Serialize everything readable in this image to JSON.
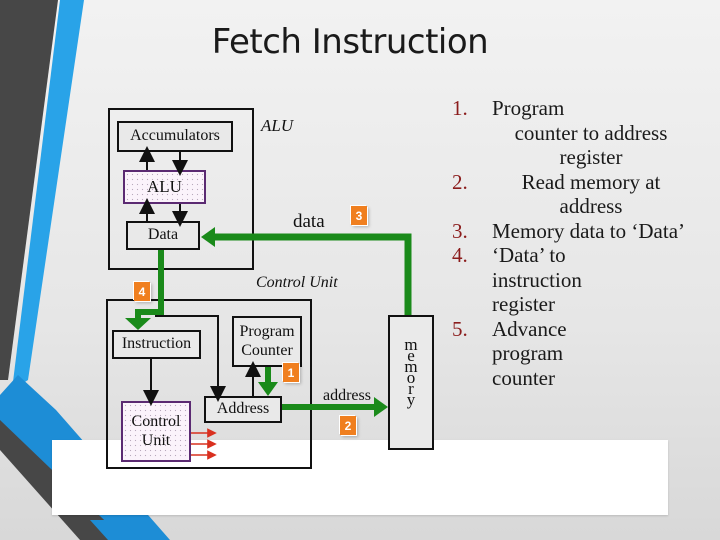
{
  "slide": {
    "title": "Fetch Instruction"
  },
  "theme": {
    "accent_blue": "#29a3e8",
    "stripe_dark": "#474747",
    "arrow_green": "#1a8a1a",
    "badge_orange": "#f07f1f",
    "number_red": "#8b1c1c",
    "control_signal_red": "#d9301f"
  },
  "diagram": {
    "alu_group": {
      "label": "ALU",
      "accumulators": "Accumulators",
      "alu_unit": "ALU",
      "data_register": "Data"
    },
    "data_bus_label": "data",
    "control_group": {
      "label": "Control Unit",
      "instruction_register": "Instruction",
      "control_unit_top": "Control",
      "control_unit_bottom": "Unit",
      "program_counter_top": "Program",
      "program_counter_bottom": "Counter",
      "address_register": "Address"
    },
    "address_bus_label": "address",
    "memory_letters": [
      "m",
      "e",
      "m",
      "o",
      "r",
      "y"
    ],
    "badges": {
      "b1": "1",
      "b2": "2",
      "b3": "3",
      "b4": "4"
    }
  },
  "steps": [
    {
      "num": "1.",
      "lines": [
        "Program",
        "counter to  address",
        "register"
      ]
    },
    {
      "num": "2.",
      "lines": [
        "Read memory at",
        "address"
      ]
    },
    {
      "num": "3.",
      "lines": [
        "Memory data to  ‘Data’"
      ]
    },
    {
      "num": "4.",
      "lines": [
        "‘Data’ to",
        "instruction",
        "register"
      ]
    },
    {
      "num": "5.",
      "lines": [
        "Advance",
        "program",
        "counter"
      ]
    }
  ]
}
